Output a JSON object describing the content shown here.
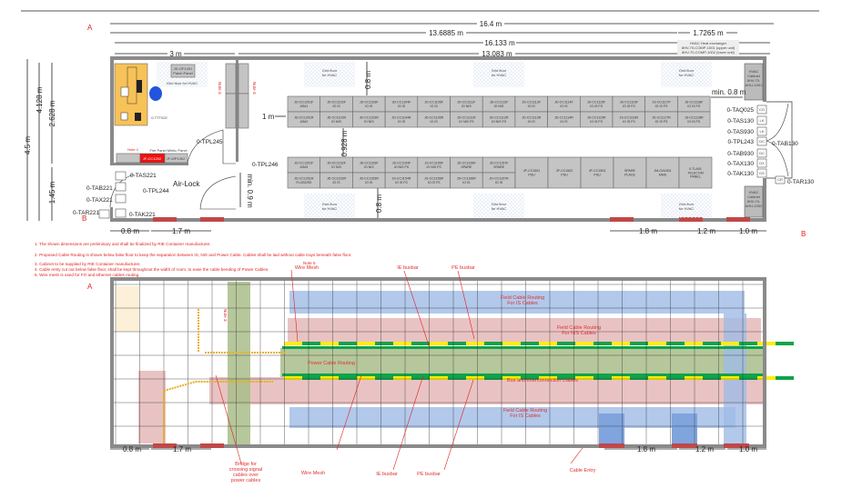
{
  "dimensions": {
    "total": "16.4 m",
    "inner_a": "13.6885 m",
    "hvac_hx": "1.7265 m",
    "inner_b": "16.133 m",
    "left_room": "3 m",
    "main_room": "13.083 m",
    "height_total": "4.5 m",
    "height_inner": "4.128 m",
    "height_upper": "2.628 m",
    "height_lower": "1.45 m",
    "aisle_top": "0.8 m",
    "aisle_mid": "0.928 m",
    "aisle_bottom": "0.8 m",
    "gap_1m": "1 m",
    "min_08": "min. 0.8 m",
    "min_09": "min. 0.9 m",
    "bottom_left_1": "0.8 m",
    "bottom_left_2": "1.7 m",
    "bottom_right_1": "1.8 m",
    "bottom_right_2": "1.2 m",
    "bottom_right_3": "1.0 m"
  },
  "section_marks": {
    "a_top": "A",
    "a_bottom": "A",
    "b_left": "B",
    "b_right": "B"
  },
  "hvac": {
    "hx_label": "HVAC Heat exchanger\n8HV-70-COMP-1001 (upper unit)\n8HV-70-COMP-1002 (lower unit)",
    "hx_line1": "HVAC Heat exchanger",
    "hx_line2": "8HV-70-COMP-1001 (upper unit)",
    "hx_line3": "8HV-70-COMP-1002 (lower unit)",
    "cab1": [
      "HVAC",
      "Cabinet",
      "8HV-70-",
      "AHU-1001"
    ],
    "cab2": [
      "HVAC",
      "Cabinet",
      "8HV-70-",
      "AHU-1002"
    ],
    "grid_floor": [
      "Grid floor",
      "for HVAC"
    ],
    "grid_floor_left": "Grid floor for HVAC"
  },
  "front_row_top": [
    "JD-CC1201F|AS#1",
    "JD-CC1102F|IO IS",
    "JD-CC1103F|IO IS",
    "JD-CC1104F|IO IS",
    "JD-CC1105F|IO IS",
    "JD-CC1111F|IO NIS",
    "JD-CC1112F|IO NIS",
    "JD-CC1113F|IO IS",
    "JD-CC1114F|IO IS",
    "JS-CC1115F|IO IS FS",
    "JS-CC1116F|IO IS FS",
    "JS-CC1117F|IO IS FS",
    "JS-CC1118F|IO IS FS"
  ],
  "rear_row_top": [
    "JD-CC1201R|AS#2",
    "JD-CC1102R|IO NIS",
    "JD-CC1103R|IO NIS",
    "JD-CC1104R|IO IS",
    "JD-CC1105R|IO IS",
    "JD-CC1111R|IO NIS FS",
    "JD-CC1112R|IO NIS FS",
    "JD-CC1113R|IO IS",
    "JD-CC1114R|IO IS",
    "JS-CC1115R|IO IS FS",
    "JS-CC1116R|IO IS FS",
    "JS-CC1117R|IO IS FS",
    "JS-CC1118R|IO IS FS"
  ],
  "front_row_bottom": [
    "JD-CC1251F|AS#3",
    "JD-CC1152F|IO NIS",
    "JD-CC1153F|IO NIS",
    "JS-CC1154F|IO NIS FS",
    "JS-CC1155F|IO NIS FS",
    "JD-CC1156F|SPARE",
    "JD-CC1157F|SPARE"
  ],
  "rear_row_bottom": [
    "JD-CC1251R|FLOBOSS",
    "JD-CC1152R|IO IS",
    "JD-CC1153R|IO IS",
    "JS-CC1154R|IO IS FS",
    "JS-CC1155R|IO IS FS",
    "JD-CC1156R|IO IS",
    "JD-CC1157R|IO IS"
  ],
  "large_cabinets": [
    "JP-CC1501|PSU",
    "JP-CC1502|PSU",
    "JP-CC1503|PSU",
    "SPARE|PLACE",
    "JM-GA1501|MMS",
    "0-TLA01|TELECOM|PANEL"
  ],
  "left_room": {
    "patch_panel": [
      "JD-OF1401",
      "Patch Panel"
    ],
    "ttt": "0-TTT022",
    "note2": "Note 2",
    "fire_panel_label": "Fire Panel Mimic Panel",
    "fire_cab": "JF-CC1202",
    "mimic_cab": "JF-MP1302",
    "note3a": "Note 3",
    "note3b": "Note 3",
    "airlock": "Air-Lock",
    "tpl245": "0-TPL245",
    "tpl246": "0-TPL246",
    "tpl244": "0-TPL244",
    "tas221": "0-TAS221",
    "tab221": "0-TAB221",
    "tax221": "0-TAX221",
    "tar221": "0-TAR221",
    "tak221": "0-TAK221"
  },
  "right_tags": [
    {
      "tag": "0-TAQ025",
      "box": "CO"
    },
    {
      "tag": "0-TAS130",
      "box": "LK"
    },
    {
      "tag": "0-TAS930",
      "box": "LK"
    },
    {
      "tag": "0-TPL243",
      "box": "DC"
    },
    {
      "tag": "0-TAB930",
      "box": "DC"
    },
    {
      "tag": "0-TAX130",
      "box": "DX"
    },
    {
      "tag": "0-TAK130",
      "box": "DS"
    }
  ],
  "right_extra": {
    "tab130": "0-TAB130",
    "tar130": "0-TAR130",
    "cr": "CR"
  },
  "notes": [
    "1. The shown dimensions are preliminary and shall be finalized by RIE Container manufacturer.",
    "2. Proposed Cable Routing is shown below false floor to keep the separation between IS, NIS and Power Cable. Cables shall be laid without cable trays beneath false floor.",
    "3. Cabinet to be supplied by RIE Container manufacturer.",
    "4. Cable entry cut out below false floor, shall be kept throughout the width of room, to ease the cable bending of Power Cables.",
    "5. Wire mesh is used for FO and ethernet cables routing."
  ],
  "routing": {
    "note5": "Note 5",
    "wire_mesh": "Wire Mesh",
    "ie_busbar": "IE busbar",
    "pe_busbar": "PE busbar",
    "is_top": [
      "Field Cable Routing",
      "For IS Cables"
    ],
    "nis": [
      "Field Cable Routing",
      "For NIS Cables"
    ],
    "power": "Power Cable Routing",
    "bus": "Bus and Interconnection Cables",
    "is_bottom": [
      "Field Cable Routing",
      "For IS Cables"
    ],
    "bridge": [
      "Bridge for",
      "crossing signal",
      "cables over",
      "power cables"
    ],
    "wire_mesh_b": "Wire Mesh",
    "ie_busbar_b": "IE busbar",
    "pe_busbar_b": "PE busbar",
    "cable_entry": "Cable Entry",
    "note3": "Note 3"
  },
  "colors": {
    "is": "#9fbbe6",
    "nis": "#e3b4b4",
    "power": "#a9bd8a",
    "busbar_green": "#10a34a",
    "busbar_yellow": "#ffee00",
    "entry": "#c04848",
    "desk": "#f7c257",
    "fire": "#ee1111"
  }
}
